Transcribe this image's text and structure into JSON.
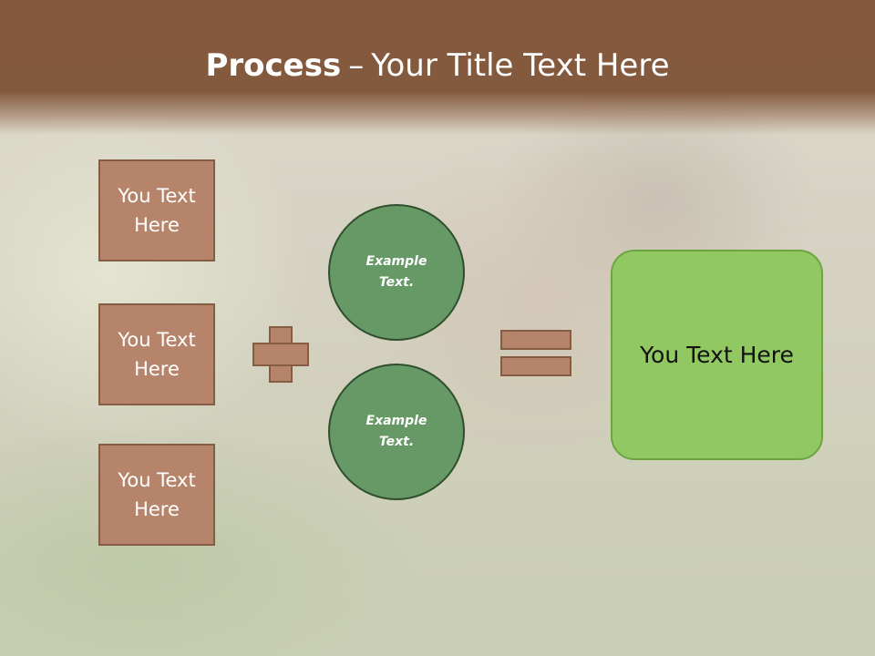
{
  "slide": {
    "title_bold": "Process",
    "title_dash": "–",
    "title_rest": "Your Title Text Here"
  },
  "left_boxes": [
    {
      "text": "You Text Here"
    },
    {
      "text": "You Text Here"
    },
    {
      "text": "You Text Here"
    }
  ],
  "circles": [
    {
      "text": "Example Text."
    },
    {
      "text": "Example Text."
    }
  ],
  "result": {
    "text": "You Text Here"
  },
  "colors": {
    "title_band": "#84583c",
    "box_fill": "#b5846a",
    "box_border": "#855d45",
    "circle_fill": "#669966",
    "circle_border": "#2f4f2f",
    "result_fill": "#92c862",
    "result_border": "#6da443"
  },
  "background": {
    "description_icon": "photo-background"
  }
}
